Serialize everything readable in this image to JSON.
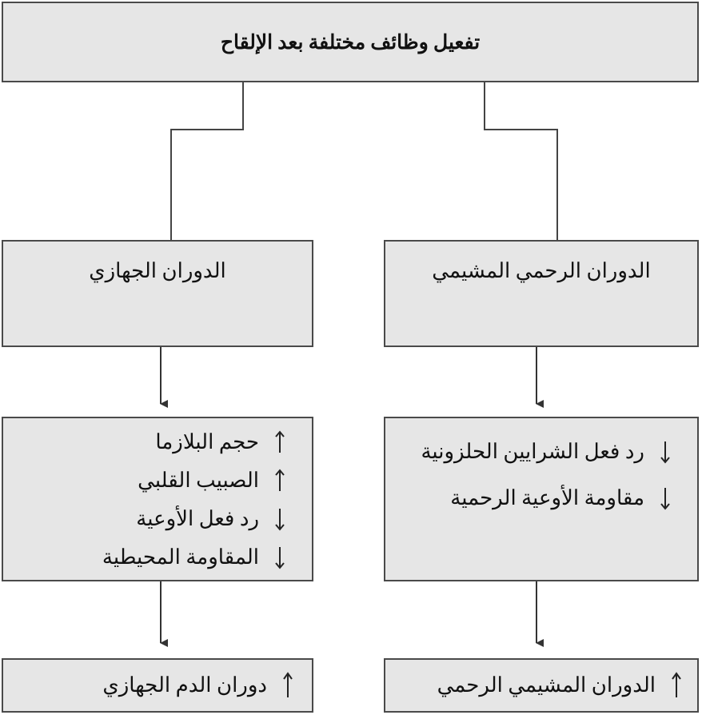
{
  "title": "تفعيل وظائف مختلفة بعد الإلقاح",
  "left_branch": {
    "heading": "الدوران الرحمي المشيمي",
    "effects": [
      {
        "label": "رد فعل الشرايين الحلزونية",
        "direction": "down"
      },
      {
        "label": "مقاومة الأوعية الرحمية",
        "direction": "down"
      }
    ],
    "result": {
      "label": "الدوران المشيمي الرحمي",
      "direction": "up"
    }
  },
  "right_branch": {
    "heading": "الدوران الجهازي",
    "effects": [
      {
        "label": "حجم البلازما",
        "direction": "up"
      },
      {
        "label": "الصبيب القلبي",
        "direction": "up"
      },
      {
        "label": "رد فعل الأوعية",
        "direction": "down"
      },
      {
        "label": "المقاومة المحيطية",
        "direction": "down"
      }
    ],
    "result": {
      "label": "دوران الدم الجهازي",
      "direction": "up"
    }
  }
}
